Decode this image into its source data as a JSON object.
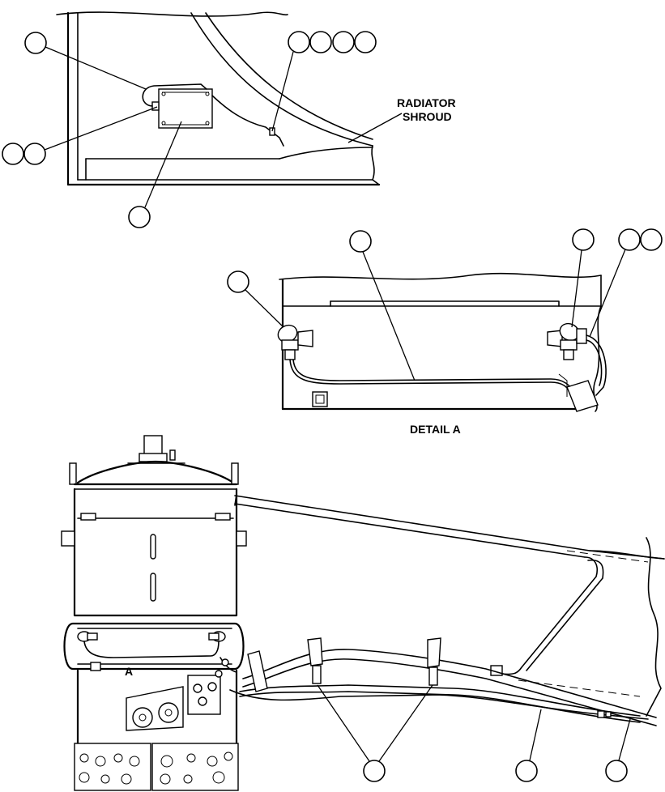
{
  "labels": {
    "radiator_shroud_line1": "RADIATOR",
    "radiator_shroud_line2": "SHROUD",
    "detail_a_title": "DETAIL A",
    "detail_a_marker": "A"
  }
}
